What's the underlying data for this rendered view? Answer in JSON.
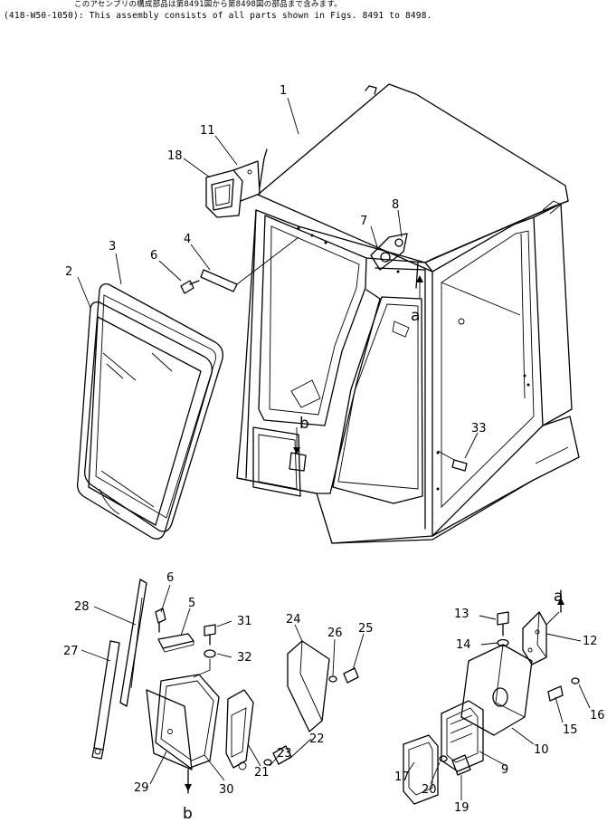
{
  "header": {
    "japanese_note": "このアセンブリの構成部品は第8491図から第8498図の部品まで含みます。",
    "english_note": "(418-W50-1050): This assembly consists of all parts shown in Figs. 8491 to 8498."
  },
  "callouts": [
    {
      "id": "c1",
      "text": "1"
    },
    {
      "id": "c11",
      "text": "11"
    },
    {
      "id": "c18",
      "text": "18"
    },
    {
      "id": "c7",
      "text": "7"
    },
    {
      "id": "c8",
      "text": "8"
    },
    {
      "id": "c3",
      "text": "3"
    },
    {
      "id": "c4",
      "text": "4"
    },
    {
      "id": "c6a",
      "text": "6"
    },
    {
      "id": "c2",
      "text": "2"
    },
    {
      "id": "c33",
      "text": "33"
    },
    {
      "id": "c6b",
      "text": "6"
    },
    {
      "id": "c5",
      "text": "5"
    },
    {
      "id": "c31",
      "text": "31"
    },
    {
      "id": "c32",
      "text": "32"
    },
    {
      "id": "c28",
      "text": "28"
    },
    {
      "id": "c27",
      "text": "27"
    },
    {
      "id": "c24",
      "text": "24"
    },
    {
      "id": "c26",
      "text": "26"
    },
    {
      "id": "c25",
      "text": "25"
    },
    {
      "id": "c22",
      "text": "22"
    },
    {
      "id": "c23",
      "text": "23"
    },
    {
      "id": "c21",
      "text": "21"
    },
    {
      "id": "c29",
      "text": "29"
    },
    {
      "id": "c30",
      "text": "30"
    },
    {
      "id": "c13",
      "text": "13"
    },
    {
      "id": "c14",
      "text": "14"
    },
    {
      "id": "c12",
      "text": "12"
    },
    {
      "id": "c16",
      "text": "16"
    },
    {
      "id": "c15",
      "text": "15"
    },
    {
      "id": "c10",
      "text": "10"
    },
    {
      "id": "c9",
      "text": "9"
    },
    {
      "id": "c17",
      "text": "17"
    },
    {
      "id": "c20",
      "text": "20"
    },
    {
      "id": "c19",
      "text": "19"
    }
  ],
  "reference_letters": [
    {
      "id": "ra1",
      "text": "a"
    },
    {
      "id": "rb1",
      "text": "b"
    },
    {
      "id": "ra2",
      "text": "a"
    },
    {
      "id": "rb2",
      "text": "b"
    }
  ]
}
